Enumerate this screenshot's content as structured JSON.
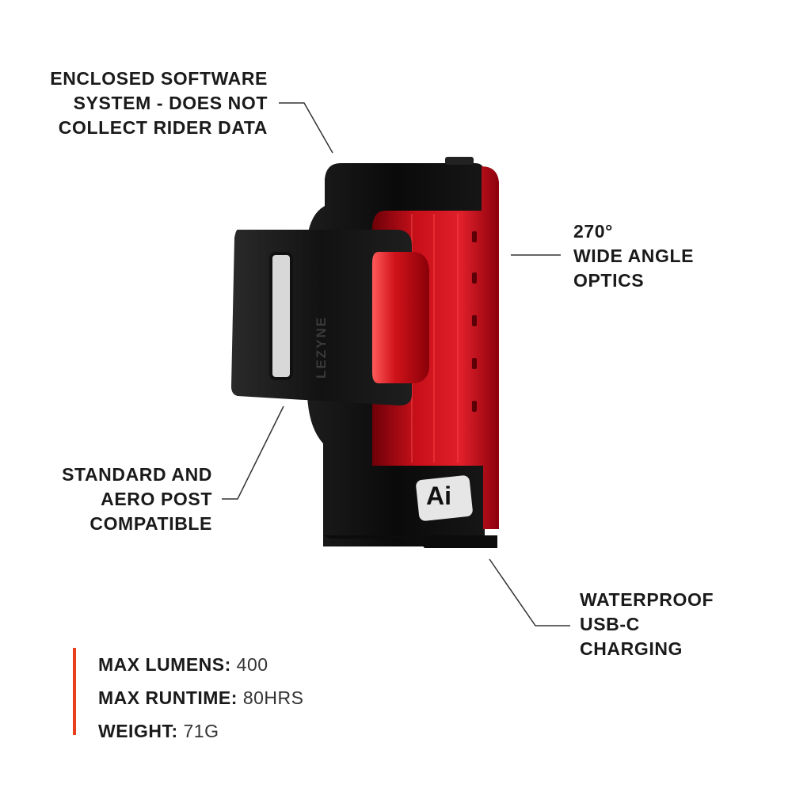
{
  "callouts": {
    "software": [
      "ENCLOSED SOFTWARE",
      "SYSTEM - DOES NOT",
      "COLLECT RIDER DATA"
    ],
    "optics": [
      "270°",
      "WIDE ANGLE",
      "OPTICS"
    ],
    "post": [
      "STANDARD AND",
      "AERO POST",
      "COMPATIBLE"
    ],
    "usb": [
      "WATERPROOF",
      "USB-C",
      "CHARGING"
    ]
  },
  "specs": [
    {
      "label": "MAX LUMENS:",
      "value": "400"
    },
    {
      "label": "MAX RUNTIME:",
      "value": "80HRS"
    },
    {
      "label": "WEIGHT:",
      "value": "71G"
    }
  ],
  "product": {
    "brand_mark": "LEZYNE",
    "badge": "Ai",
    "body_color": "#111111",
    "lens_color": "#c8101a",
    "accent_color": "#e8401c"
  }
}
